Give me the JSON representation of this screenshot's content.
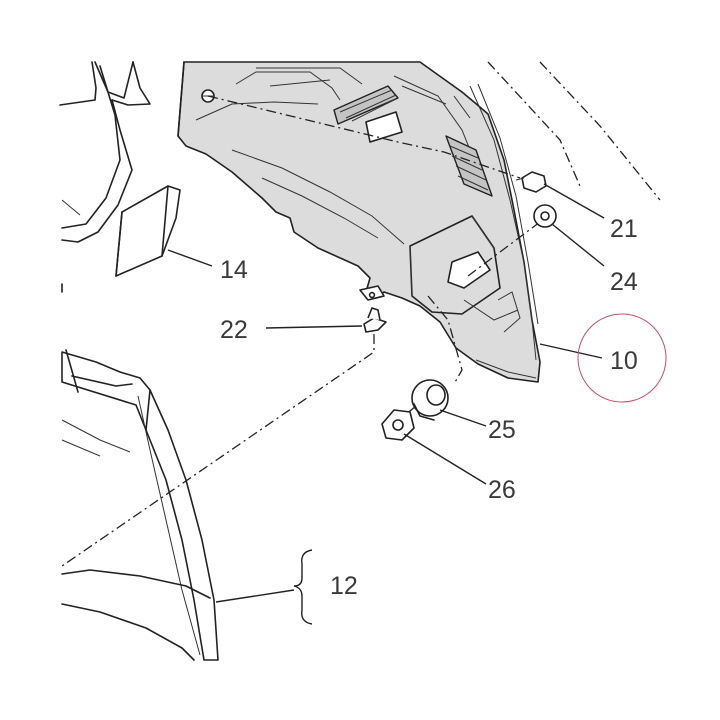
{
  "callouts": {
    "c10": "10",
    "c12": "12",
    "c14": "14",
    "c21": "21",
    "c22": "22",
    "c24": "24",
    "c25": "25",
    "c26": "26"
  },
  "colors": {
    "panel_fill": "#dcdcdc",
    "line": "#222222",
    "highlight_circle": "#c0506a"
  }
}
